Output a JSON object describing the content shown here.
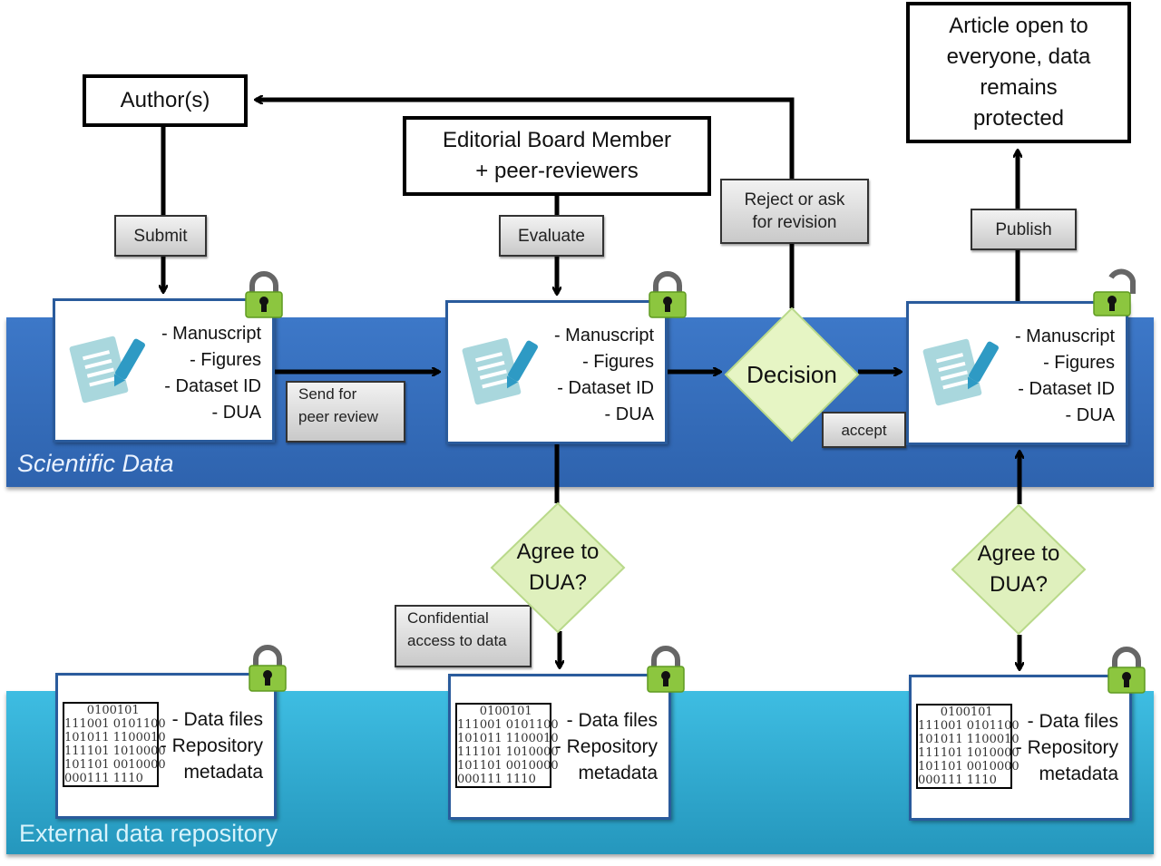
{
  "diagram": {
    "bands": {
      "scientific_data": "Scientific Data",
      "external_repository": "External  data repository"
    },
    "actors": {
      "authors": "Author(s)",
      "editorial_line1": "Editorial Board Member",
      "editorial_line2": "+ peer-reviewers",
      "article_open_line1": "Article open to",
      "article_open_line2": "everyone, data",
      "article_open_line3": "remains",
      "article_open_line4": "protected"
    },
    "labels": {
      "submit": "Submit",
      "evaluate": "Evaluate",
      "reject_line1": "Reject or ask",
      "reject_line2": "for revision",
      "publish": "Publish",
      "send_line1": "Send for",
      "send_line2": "peer review",
      "accept": "accept",
      "confidential_line1": "Confidential",
      "confidential_line2": "access to data"
    },
    "decisions": {
      "decision": "Decision",
      "agree_line1": "Agree to",
      "agree_line2": "DUA?"
    },
    "submission_items": [
      "- Manuscript",
      "- Figures",
      "- Dataset ID",
      "- DUA"
    ],
    "data_items": [
      "- Data files",
      "- Repository",
      "metadata"
    ],
    "binary_text": "      0100101\n111001 0101100\n101011 1100010\n111101 1010000\n101101 0010000\n000111 1110",
    "lock_states": {
      "submission_1": "locked",
      "submission_2": "locked",
      "submission_3": "unlocked",
      "data_1": "locked",
      "data_2": "locked",
      "data_3": "locked"
    },
    "colors": {
      "scientific_band": "#3366b5",
      "external_band": "#31aad2",
      "decision_fill": "#e6f5c4",
      "lock_green": "#8cc63f",
      "doc_icon_light": "#a9d7dd",
      "doc_icon_pen": "#2e9ac4"
    }
  }
}
